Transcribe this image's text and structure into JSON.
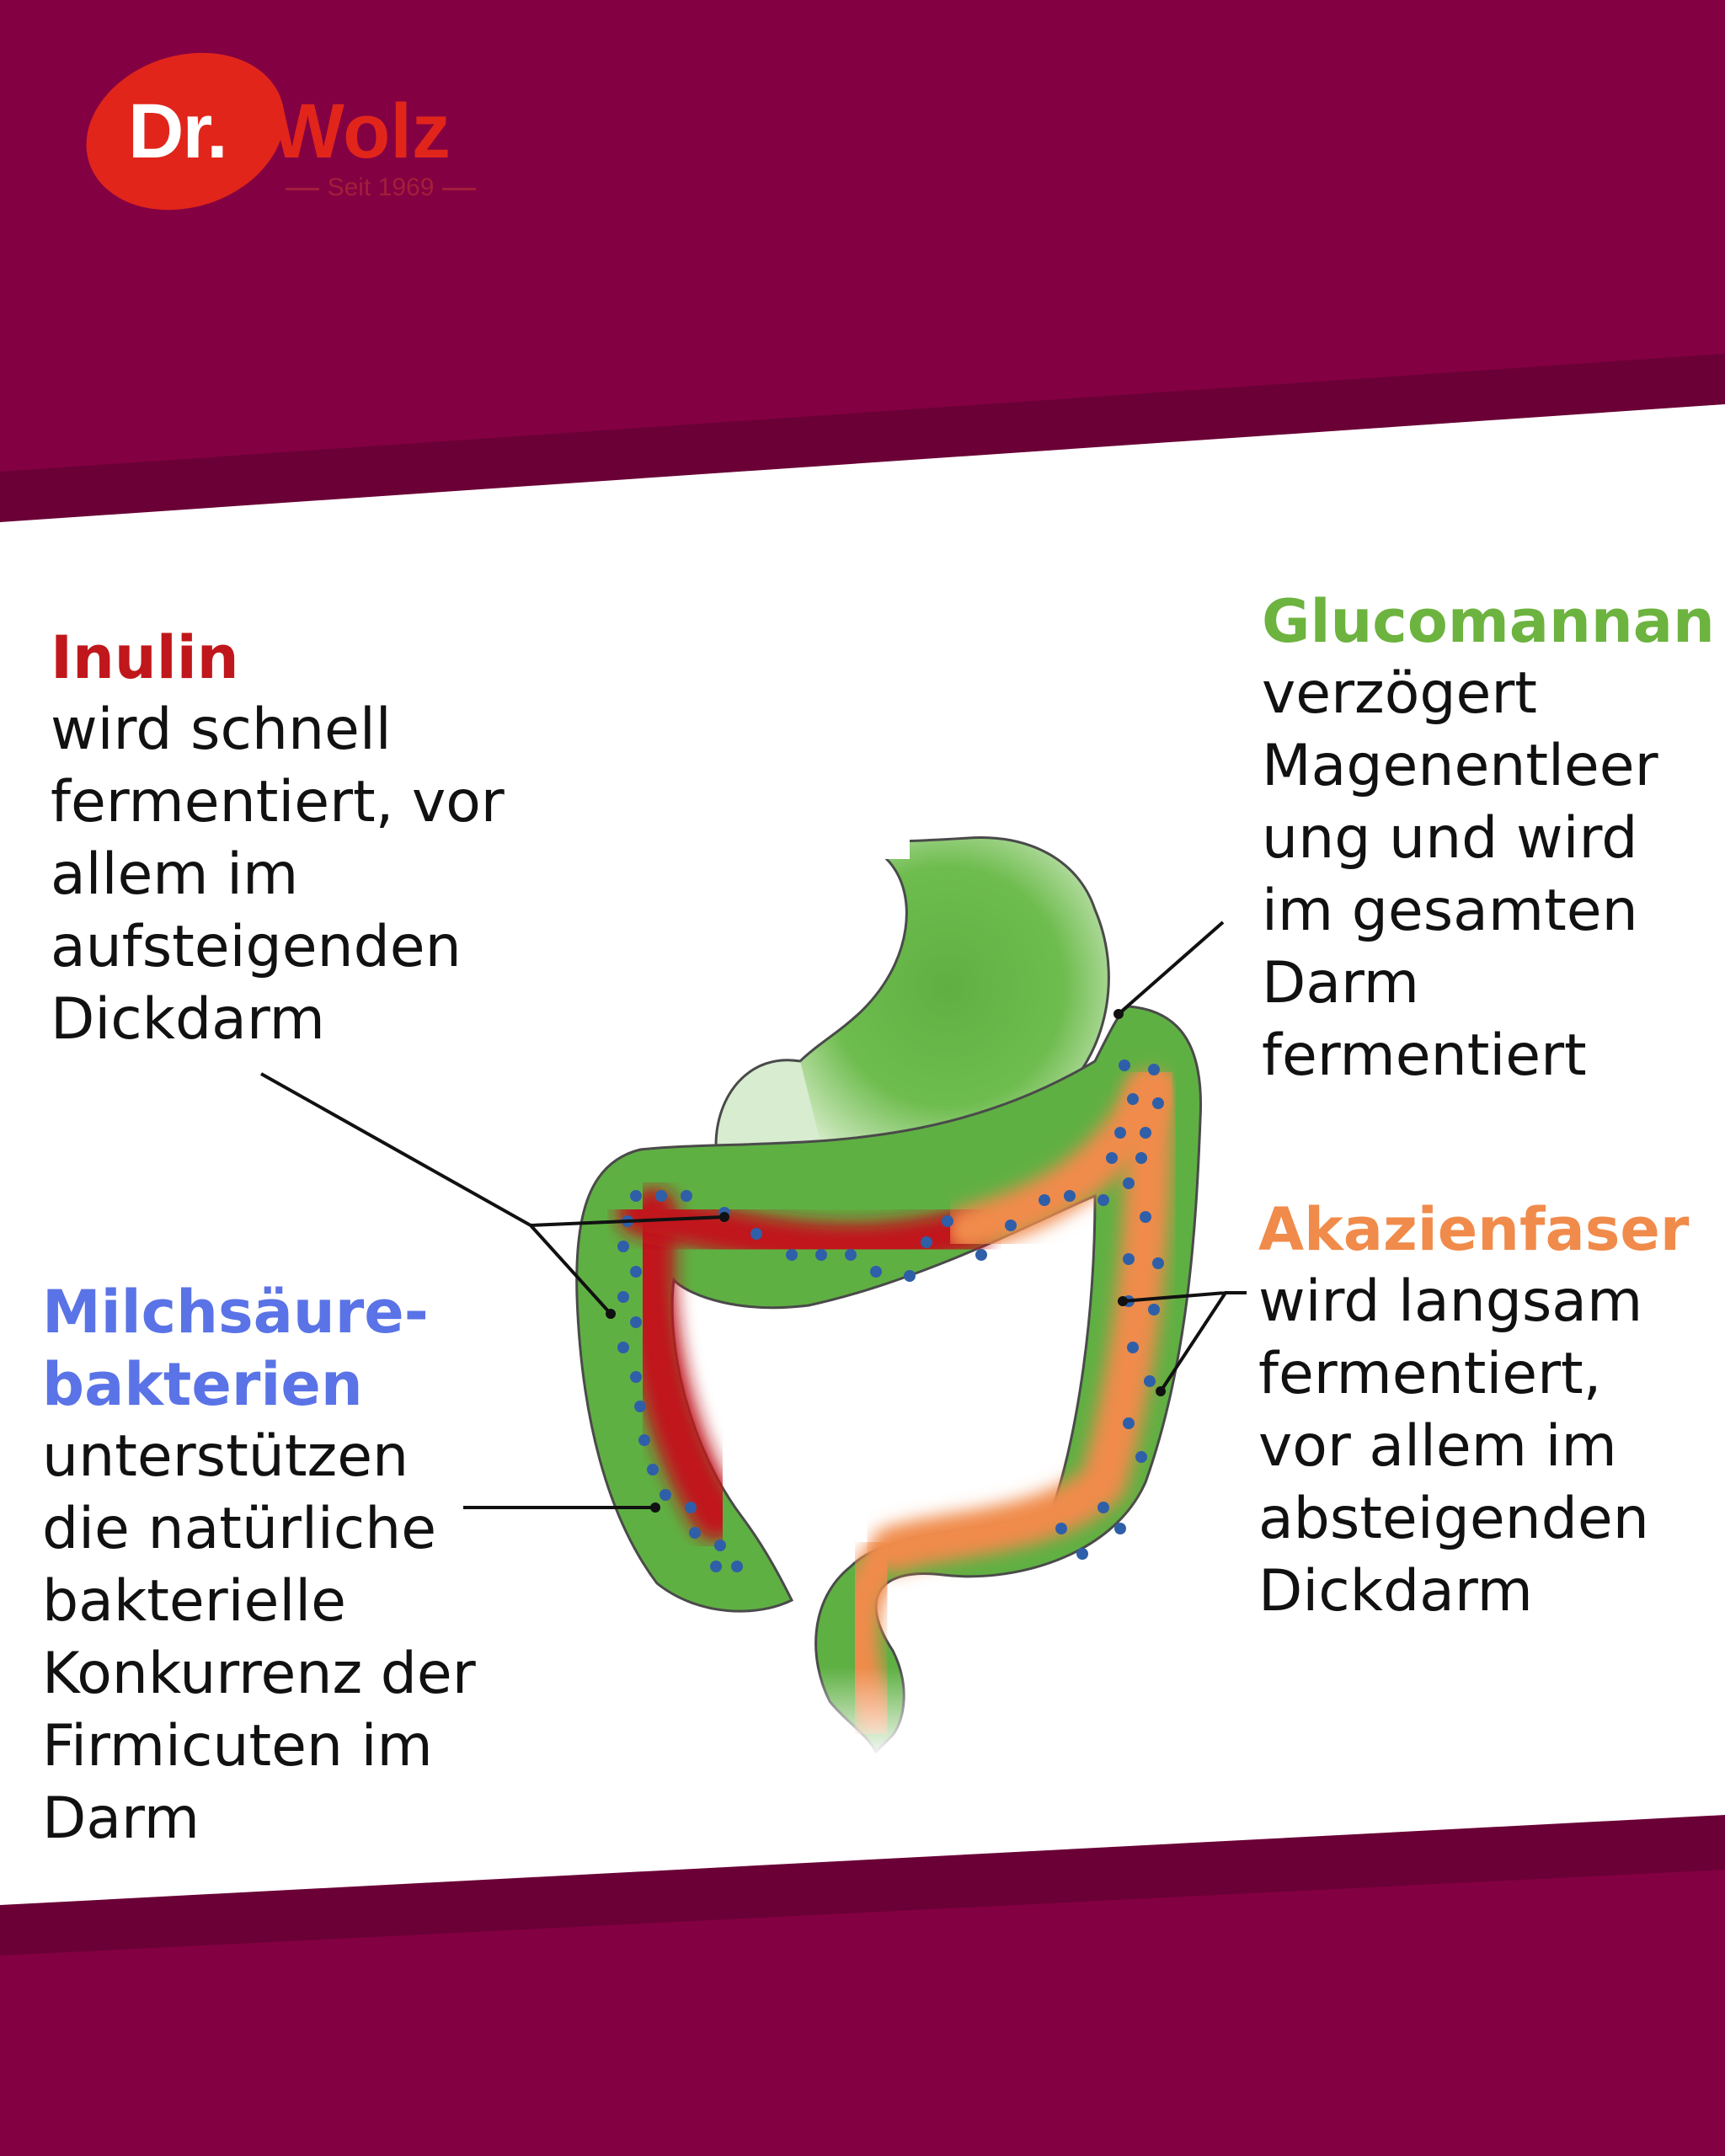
{
  "brand": {
    "name_dr": "Dr.",
    "name_wolz": "Wolz",
    "tagline": "Seit 1969"
  },
  "colors": {
    "background": "#830042",
    "panel": "#ffffff",
    "inulin": "#c0171c",
    "glucomannan": "#6db33f",
    "akazienfaser": "#f08b4b",
    "milchsaeurebakterien": "#5a73e6",
    "bacteria_dots": "#2f5fa8"
  },
  "labels": {
    "inulin": {
      "title": "Inulin",
      "text": "wird schnell\nfermentiert, vor\nallem im\naufsteigenden\nDickdarm"
    },
    "glucomannan": {
      "title": "Glucomannan",
      "text": "verzögert\nMagenentleer\nung und wird\nim gesamten\nDarm\nfermentiert"
    },
    "akazienfaser": {
      "title": "Akazienfaser",
      "text": "wird langsam\nfermentiert,\nvor allem im\nabsteigenden\nDickdarm"
    },
    "milchsaeurebakterien": {
      "title": "Milchsäure-\nbakterien",
      "text": "unterstützen\ndie natürliche\nbakterielle\nKonkurrenz der\nFirmicuten im\nDarm"
    }
  },
  "diagram": {
    "icons": [
      "stomach-illustration",
      "colon-illustration",
      "bacteria-dots"
    ]
  }
}
